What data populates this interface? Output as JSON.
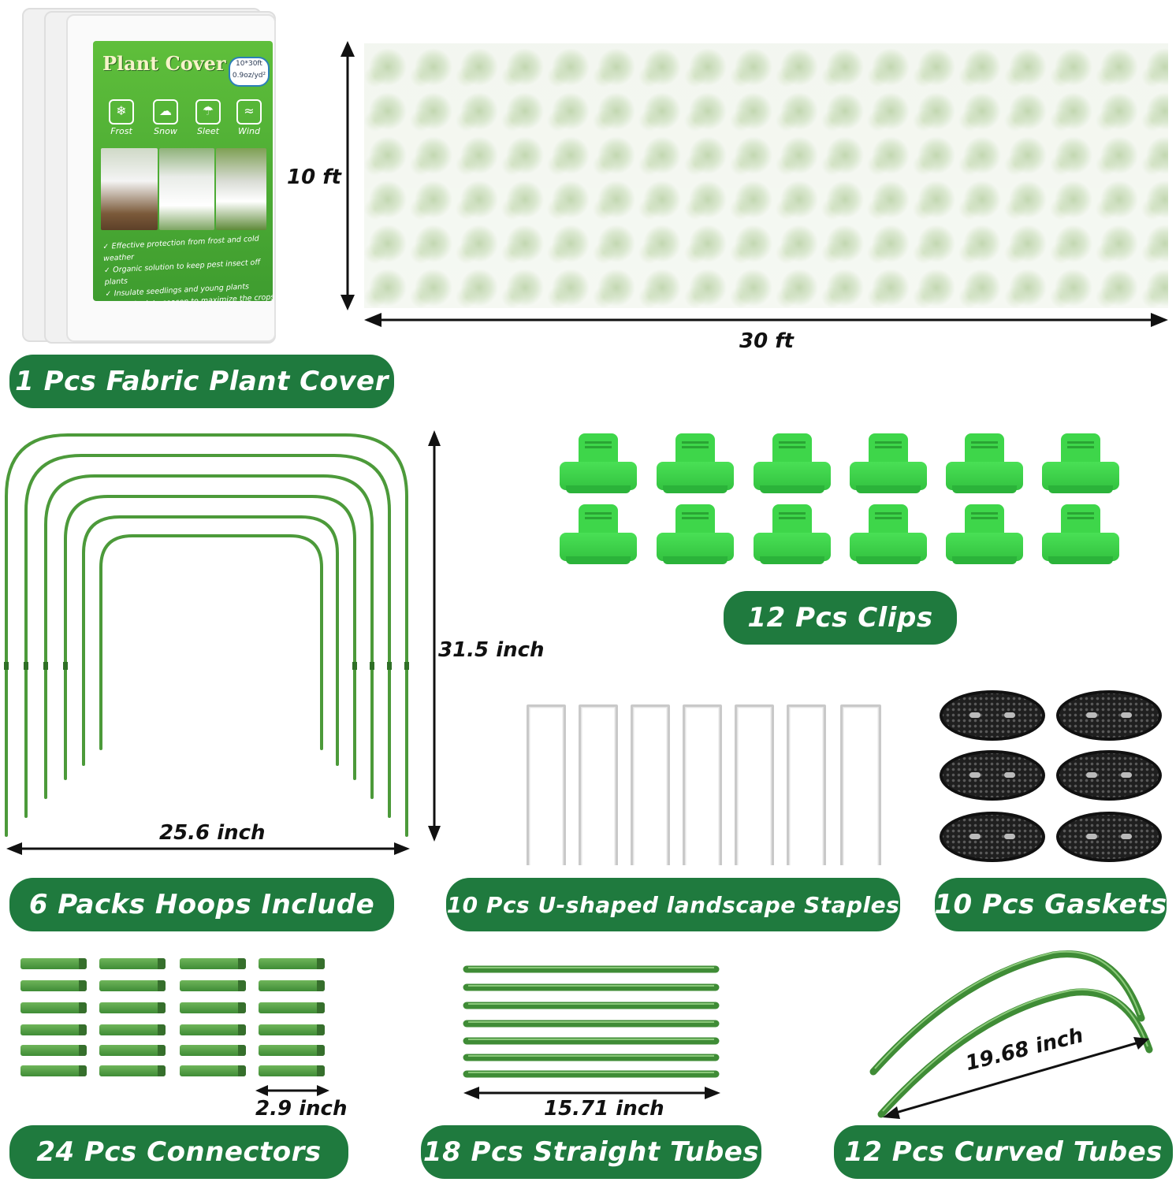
{
  "package": {
    "title": "Plant Cover",
    "size_badge_line1": "10*30ft",
    "size_badge_line2": "0.9oz/yd²",
    "weather_icons": [
      {
        "label": "Frost",
        "icon": "snowflake-icon"
      },
      {
        "label": "Snow",
        "icon": "cloud-snow-icon"
      },
      {
        "label": "Sleet",
        "icon": "cloud-sleet-icon"
      },
      {
        "label": "Wind",
        "icon": "wind-icon"
      }
    ],
    "bullets": [
      "Effective protection from frost and cold weather",
      "Organic solution to keep pest insect off plants",
      "Insulate seedlings and young plants",
      "Use the late season to maximize the crops"
    ]
  },
  "fabric": {
    "height_label": "10 ft",
    "width_label": "30 ft"
  },
  "sections": {
    "fabric_cover": "1 Pcs Fabric Plant Cover",
    "clips": "12 Pcs Clips",
    "hoops": "6 Packs Hoops Include",
    "staples": "10 Pcs U-shaped landscape Staples",
    "gaskets": "10 Pcs Gaskets",
    "connectors": "24 Pcs Connectors",
    "straight_tubes": "18 Pcs Straight Tubes",
    "curved_tubes": "12 Pcs Curved Tubes"
  },
  "dimensions": {
    "hoop_height": "31.5 inch",
    "hoop_width": "25.6 inch",
    "connector_length": "2.9 inch",
    "straight_tube_length": "15.71 inch",
    "curved_tube_length": "19.68 inch"
  },
  "colors": {
    "pill_green": "#1f7a3e",
    "clip_green": "#3ed64a",
    "hoop_green": "#4c9a3a",
    "tube_green": "#3f8c36",
    "gasket_black": "#1f1f1f"
  }
}
